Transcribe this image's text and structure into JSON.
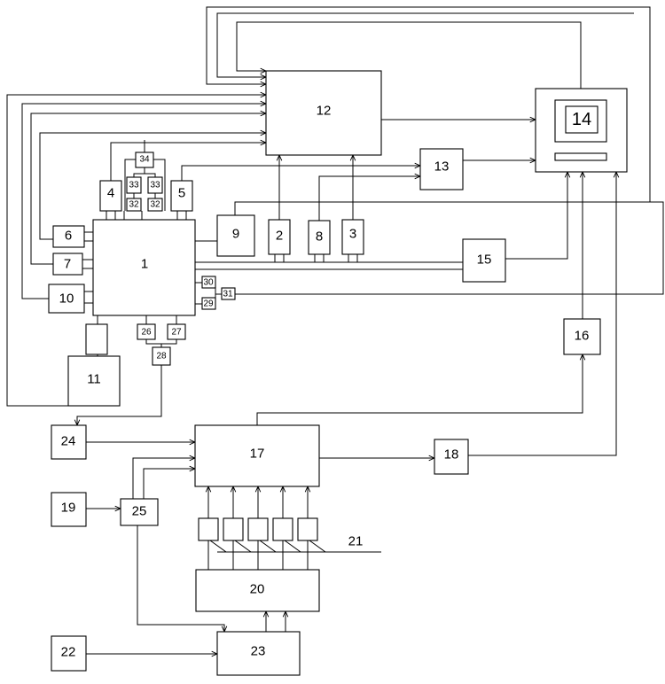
{
  "labels": {
    "b1": "1",
    "b2": "2",
    "b3": "3",
    "b4": "4",
    "b5": "5",
    "b6": "6",
    "b7": "7",
    "b8": "8",
    "b9": "9",
    "b10": "10",
    "b11": "11",
    "b12": "12",
    "b13": "13",
    "b14": "14",
    "b15": "15",
    "b16": "16",
    "b17": "17",
    "b18": "18",
    "b19": "19",
    "b20": "20",
    "b21": "21",
    "b22": "22",
    "b23": "23",
    "b24": "24",
    "b25": "25",
    "b26": "26",
    "b27": "27",
    "b28": "28",
    "b29": "29",
    "b30": "30",
    "b31": "31",
    "b32a": "32",
    "b32b": "32",
    "b33a": "33",
    "b33b": "33",
    "b34": "34"
  }
}
